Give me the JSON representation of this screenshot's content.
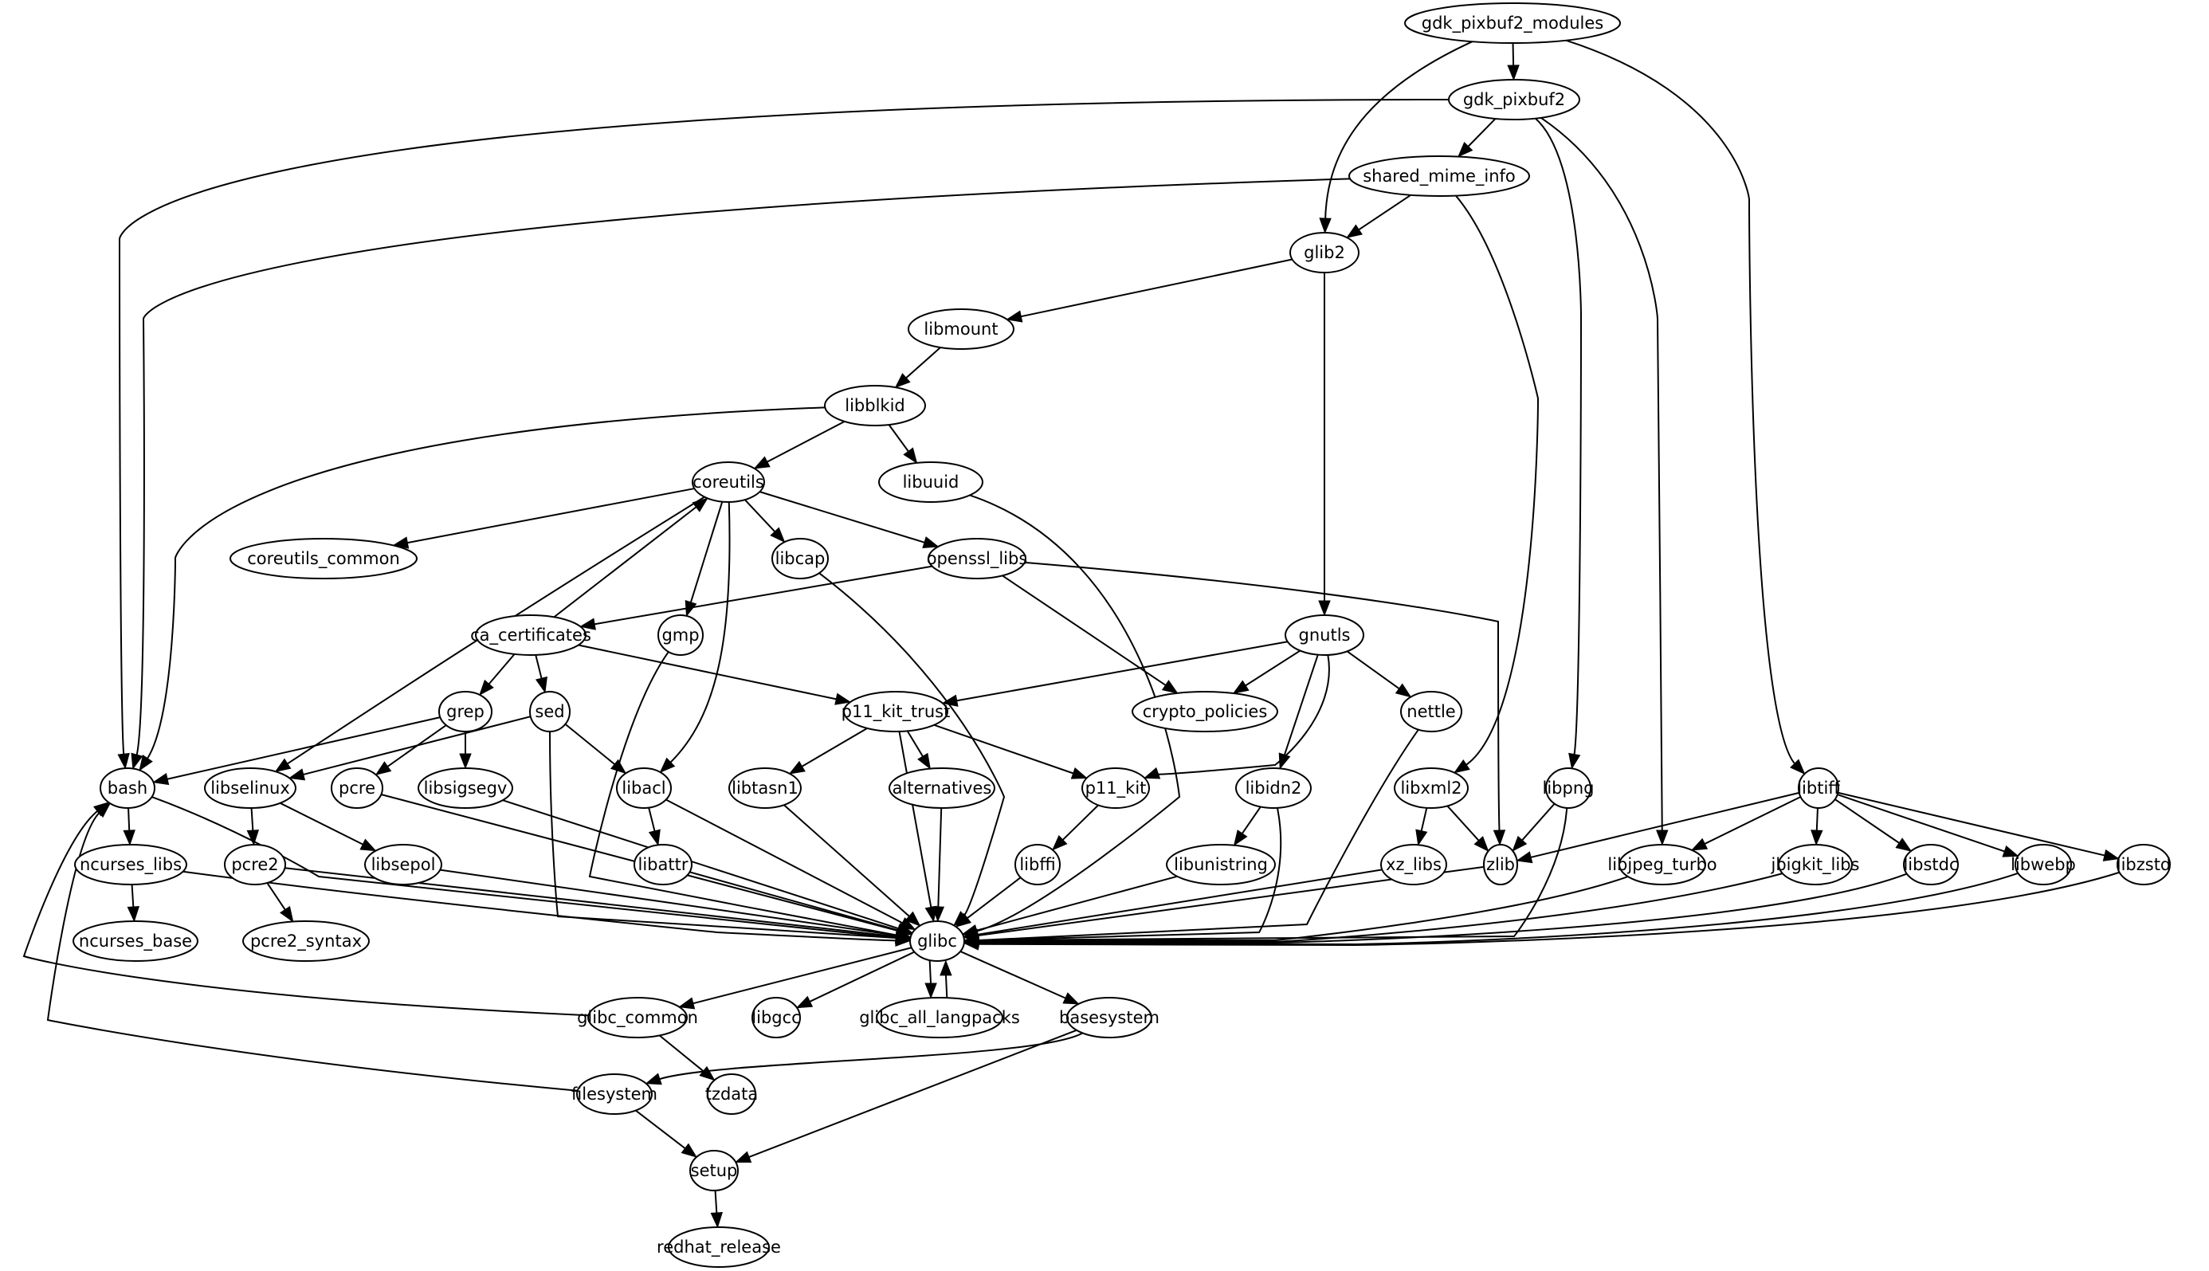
{
  "diagram": {
    "type": "directed-graph",
    "title": "",
    "nodes": [
      {
        "id": "gdk_pixbuf2_modules",
        "label": "gdk_pixbuf2_modules"
      },
      {
        "id": "gdk_pixbuf2",
        "label": "gdk_pixbuf2"
      },
      {
        "id": "shared_mime_info",
        "label": "shared_mime_info"
      },
      {
        "id": "glib2",
        "label": "glib2"
      },
      {
        "id": "libmount",
        "label": "libmount"
      },
      {
        "id": "libblkid",
        "label": "libblkid"
      },
      {
        "id": "coreutils",
        "label": "coreutils"
      },
      {
        "id": "libuuid",
        "label": "libuuid"
      },
      {
        "id": "coreutils_common",
        "label": "coreutils_common"
      },
      {
        "id": "libcap",
        "label": "libcap"
      },
      {
        "id": "openssl_libs",
        "label": "openssl_libs"
      },
      {
        "id": "ca_certificates",
        "label": "ca_certificates"
      },
      {
        "id": "gmp",
        "label": "gmp"
      },
      {
        "id": "gnutls",
        "label": "gnutls"
      },
      {
        "id": "grep",
        "label": "grep"
      },
      {
        "id": "sed",
        "label": "sed"
      },
      {
        "id": "p11_kit_trust",
        "label": "p11_kit_trust"
      },
      {
        "id": "crypto_policies",
        "label": "crypto_policies"
      },
      {
        "id": "nettle",
        "label": "nettle"
      },
      {
        "id": "bash",
        "label": "bash"
      },
      {
        "id": "libselinux",
        "label": "libselinux"
      },
      {
        "id": "pcre",
        "label": "pcre"
      },
      {
        "id": "libsigsegv",
        "label": "libsigsegv"
      },
      {
        "id": "libacl",
        "label": "libacl"
      },
      {
        "id": "libtasn1",
        "label": "libtasn1"
      },
      {
        "id": "alternatives",
        "label": "alternatives"
      },
      {
        "id": "p11_kit",
        "label": "p11_kit"
      },
      {
        "id": "libidn2",
        "label": "libidn2"
      },
      {
        "id": "libxml2",
        "label": "libxml2"
      },
      {
        "id": "libpng",
        "label": "libpng"
      },
      {
        "id": "libtiff",
        "label": "libtiff"
      },
      {
        "id": "ncurses_libs",
        "label": "ncurses_libs"
      },
      {
        "id": "pcre2",
        "label": "pcre2"
      },
      {
        "id": "libsepol",
        "label": "libsepol"
      },
      {
        "id": "libattr",
        "label": "libattr"
      },
      {
        "id": "libffi",
        "label": "libffi"
      },
      {
        "id": "libunistring",
        "label": "libunistring"
      },
      {
        "id": "xz_libs",
        "label": "xz_libs"
      },
      {
        "id": "zlib",
        "label": "zlib"
      },
      {
        "id": "libjpeg_turbo",
        "label": "libjpeg_turbo"
      },
      {
        "id": "jbigkit_libs",
        "label": "jbigkit_libs"
      },
      {
        "id": "libstdc",
        "label": "libstdc"
      },
      {
        "id": "libwebp",
        "label": "libwebp"
      },
      {
        "id": "libzstd",
        "label": "libzstd"
      },
      {
        "id": "ncurses_base",
        "label": "ncurses_base"
      },
      {
        "id": "pcre2_syntax",
        "label": "pcre2_syntax"
      },
      {
        "id": "glibc",
        "label": "glibc"
      },
      {
        "id": "glibc_common",
        "label": "glibc_common"
      },
      {
        "id": "libgcc",
        "label": "libgcc"
      },
      {
        "id": "glibc_all_langpacks",
        "label": "glibc_all_langpacks"
      },
      {
        "id": "basesystem",
        "label": "basesystem"
      },
      {
        "id": "filesystem",
        "label": "filesystem"
      },
      {
        "id": "tzdata",
        "label": "tzdata"
      },
      {
        "id": "setup",
        "label": "setup"
      },
      {
        "id": "redhat_release",
        "label": "redhat_release"
      }
    ],
    "edges": [
      [
        "gdk_pixbuf2_modules",
        "gdk_pixbuf2"
      ],
      [
        "gdk_pixbuf2_modules",
        "glib2"
      ],
      [
        "gdk_pixbuf2_modules",
        "libtiff"
      ],
      [
        "gdk_pixbuf2",
        "shared_mime_info"
      ],
      [
        "gdk_pixbuf2",
        "bash"
      ],
      [
        "gdk_pixbuf2",
        "libpng"
      ],
      [
        "gdk_pixbuf2",
        "libjpeg_turbo"
      ],
      [
        "shared_mime_info",
        "glib2"
      ],
      [
        "shared_mime_info",
        "bash"
      ],
      [
        "shared_mime_info",
        "libxml2"
      ],
      [
        "glib2",
        "libmount"
      ],
      [
        "glib2",
        "gnutls"
      ],
      [
        "libmount",
        "libblkid"
      ],
      [
        "libblkid",
        "coreutils"
      ],
      [
        "libblkid",
        "libuuid"
      ],
      [
        "libblkid",
        "bash"
      ],
      [
        "coreutils",
        "coreutils_common"
      ],
      [
        "coreutils",
        "libcap"
      ],
      [
        "coreutils",
        "openssl_libs"
      ],
      [
        "coreutils",
        "gmp"
      ],
      [
        "coreutils",
        "libacl"
      ],
      [
        "coreutils",
        "libselinux"
      ],
      [
        "libuuid",
        "glibc"
      ],
      [
        "libcap",
        "glibc"
      ],
      [
        "openssl_libs",
        "ca_certificates"
      ],
      [
        "openssl_libs",
        "crypto_policies"
      ],
      [
        "openssl_libs",
        "zlib"
      ],
      [
        "ca_certificates",
        "coreutils"
      ],
      [
        "ca_certificates",
        "grep"
      ],
      [
        "ca_certificates",
        "sed"
      ],
      [
        "ca_certificates",
        "p11_kit_trust"
      ],
      [
        "gmp",
        "glibc"
      ],
      [
        "gnutls",
        "p11_kit_trust"
      ],
      [
        "gnutls",
        "crypto_policies"
      ],
      [
        "gnutls",
        "nettle"
      ],
      [
        "gnutls",
        "p11_kit"
      ],
      [
        "gnutls",
        "libidn2"
      ],
      [
        "grep",
        "bash"
      ],
      [
        "grep",
        "pcre"
      ],
      [
        "grep",
        "libsigsegv"
      ],
      [
        "sed",
        "libselinux"
      ],
      [
        "sed",
        "libacl"
      ],
      [
        "sed",
        "glibc"
      ],
      [
        "p11_kit_trust",
        "libtasn1"
      ],
      [
        "p11_kit_trust",
        "alternatives"
      ],
      [
        "p11_kit_trust",
        "p11_kit"
      ],
      [
        "p11_kit_trust",
        "glibc"
      ],
      [
        "nettle",
        "glibc"
      ],
      [
        "bash",
        "ncurses_libs"
      ],
      [
        "bash",
        "glibc"
      ],
      [
        "libselinux",
        "pcre2"
      ],
      [
        "libselinux",
        "libsepol"
      ],
      [
        "pcre",
        "glibc"
      ],
      [
        "libsigsegv",
        "glibc"
      ],
      [
        "libacl",
        "libattr"
      ],
      [
        "libacl",
        "glibc"
      ],
      [
        "libtasn1",
        "glibc"
      ],
      [
        "alternatives",
        "glibc"
      ],
      [
        "p11_kit",
        "libffi"
      ],
      [
        "libidn2",
        "libunistring"
      ],
      [
        "libidn2",
        "glibc"
      ],
      [
        "libxml2",
        "xz_libs"
      ],
      [
        "libxml2",
        "zlib"
      ],
      [
        "libpng",
        "zlib"
      ],
      [
        "libpng",
        "glibc"
      ],
      [
        "libtiff",
        "zlib"
      ],
      [
        "libtiff",
        "libjpeg_turbo"
      ],
      [
        "libtiff",
        "jbigkit_libs"
      ],
      [
        "libtiff",
        "libstdc"
      ],
      [
        "libtiff",
        "libwebp"
      ],
      [
        "libtiff",
        "libzstd"
      ],
      [
        "ncurses_libs",
        "ncurses_base"
      ],
      [
        "ncurses_libs",
        "glibc"
      ],
      [
        "pcre2",
        "pcre2_syntax"
      ],
      [
        "pcre2",
        "glibc"
      ],
      [
        "libsepol",
        "glibc"
      ],
      [
        "libattr",
        "glibc"
      ],
      [
        "libffi",
        "glibc"
      ],
      [
        "libunistring",
        "glibc"
      ],
      [
        "xz_libs",
        "glibc"
      ],
      [
        "zlib",
        "glibc"
      ],
      [
        "libjpeg_turbo",
        "glibc"
      ],
      [
        "jbigkit_libs",
        "glibc"
      ],
      [
        "libstdc",
        "glibc"
      ],
      [
        "libwebp",
        "glibc"
      ],
      [
        "libzstd",
        "glibc"
      ],
      [
        "glibc",
        "glibc_common"
      ],
      [
        "glibc",
        "libgcc"
      ],
      [
        "glibc",
        "glibc_all_langpacks"
      ],
      [
        "glibc",
        "basesystem"
      ],
      [
        "glibc_all_langpacks",
        "glibc"
      ],
      [
        "glibc_common",
        "bash"
      ],
      [
        "glibc_common",
        "tzdata"
      ],
      [
        "basesystem",
        "filesystem"
      ],
      [
        "basesystem",
        "setup"
      ],
      [
        "filesystem",
        "bash"
      ],
      [
        "filesystem",
        "setup"
      ],
      [
        "setup",
        "redhat_release"
      ]
    ]
  }
}
